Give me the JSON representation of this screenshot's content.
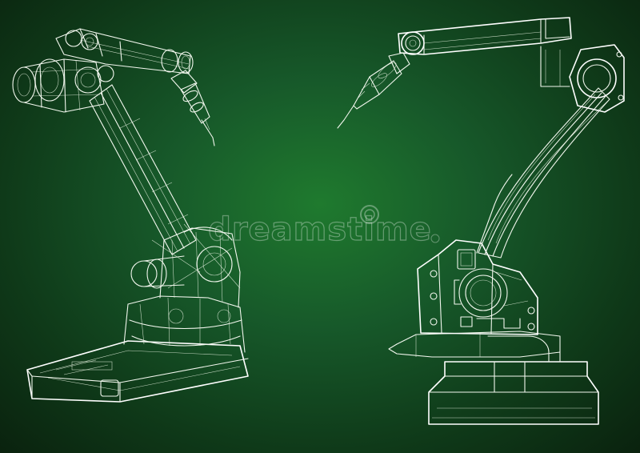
{
  "scene": {
    "background_center": "#1f7a2e",
    "background_edge": "#0a220e",
    "line_color": "#f2f7ee"
  },
  "watermark": {
    "text": "dreamstime",
    "logo": "registered-mark"
  },
  "robots": [
    {
      "name": "left-robot-arm",
      "style": "wireframe"
    },
    {
      "name": "right-robot-arm",
      "style": "wireframe"
    }
  ]
}
